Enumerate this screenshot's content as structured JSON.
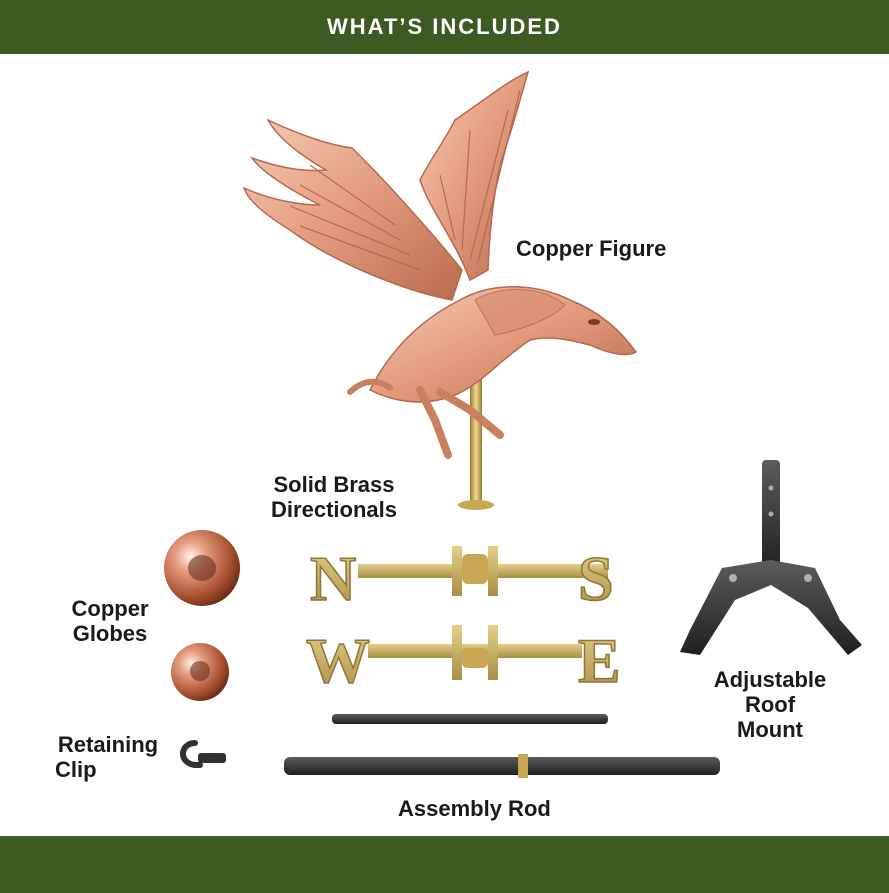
{
  "header": {
    "title": "WHAT’S INCLUDED"
  },
  "labels": {
    "copper_figure": "Copper Figure",
    "directionals_line1": "Solid Brass",
    "directionals_line2": "Directionals",
    "globes_line1": "Copper",
    "globes_line2": "Globes",
    "clip_line1": "Retaining",
    "clip_line2": "Clip",
    "mount_line1": "Adjustable",
    "mount_line2": "Roof",
    "mount_line3": "Mount",
    "rod": "Assembly Rod"
  },
  "directional_letters": {
    "north": "N",
    "south": "S",
    "west": "W",
    "east": "E"
  },
  "colors": {
    "band": "#3d5a23",
    "copper": "#e8a58a",
    "brass": "#cdb466",
    "dark_metal": "#2f3230"
  }
}
